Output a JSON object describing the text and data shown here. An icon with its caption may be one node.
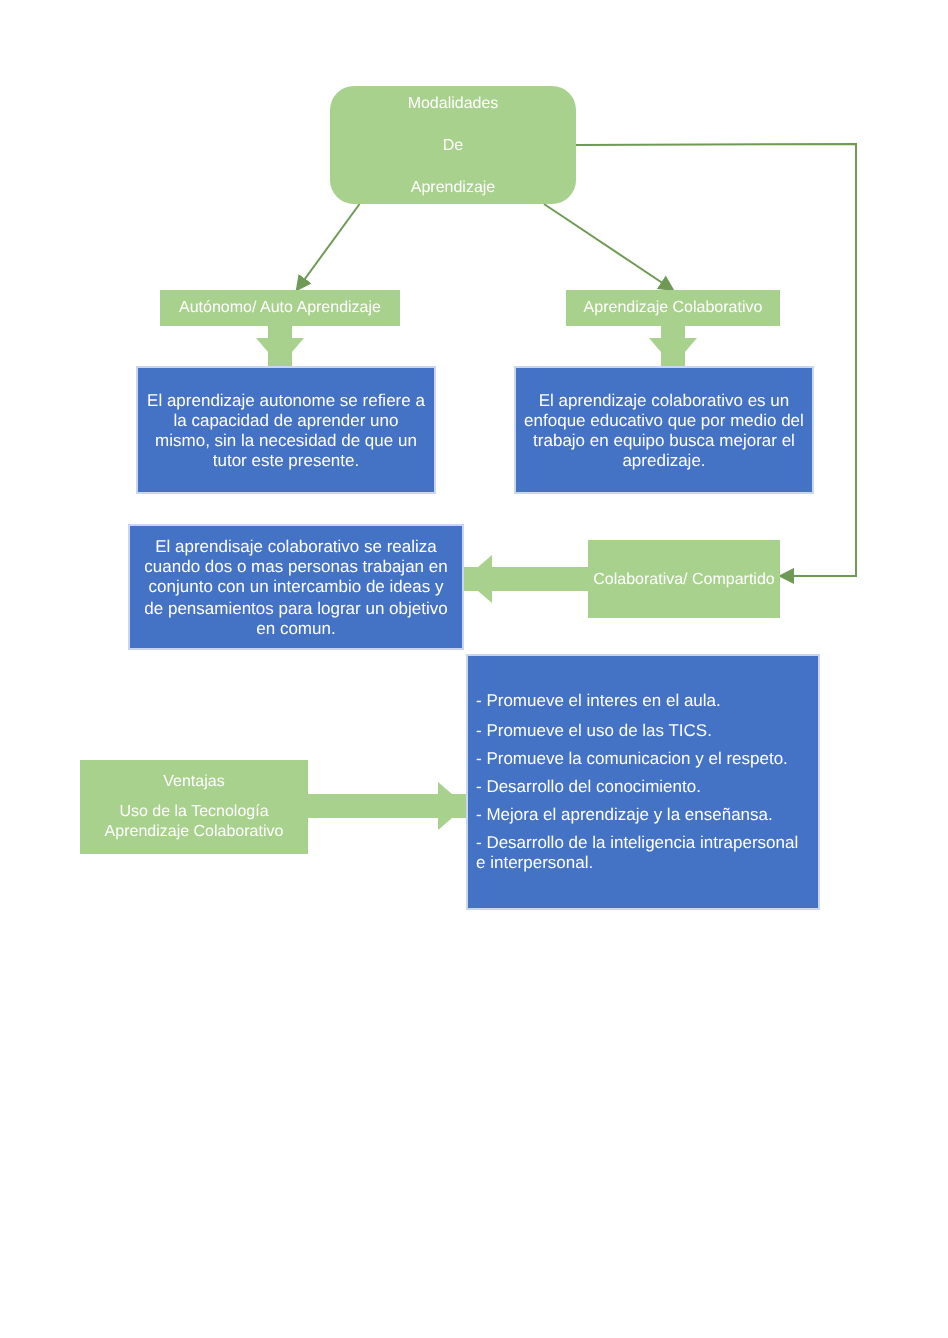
{
  "diagram": {
    "nodes": [
      {
        "text": [
          "Modalidades",
          "De",
          "Aprendizaje"
        ]
      },
      {
        "text": [
          "Autónomo/ Auto Aprendizaje"
        ]
      },
      {
        "text": [
          "Aprendizaje Colaborativo"
        ]
      },
      {
        "text": [
          "El aprendizaje autonome se refiere a la capacidad de aprender uno mismo, sin la necesidad de que un tutor este presente."
        ]
      },
      {
        "text": [
          "El aprendizaje colaborativo es un enfoque educativo que por medio del trabajo en equipo busca mejorar el apredizaje."
        ]
      },
      {
        "text": [
          "El aprendisaje colaborativo se realiza cuando dos o mas personas trabajan en conjunto con un intercambio de ideas y de pensamientos para lograr un objetivo en comun."
        ]
      },
      {
        "text": [
          "Colaborativa/ Compartido"
        ]
      },
      {
        "text": [
          "- Promueve el interes en el aula.",
          "- Promueve el uso de las TICS.",
          "- Promueve la comunicacion y el respeto.",
          "- Desarrollo del conocimiento.",
          "- Mejora el aprendizaje y la enseñansa.",
          "- Desarrollo de la inteligencia intrapersonal e interpersonal."
        ]
      },
      {
        "text": [
          "Ventajas",
          "Uso de la Tecnología Aprendizaje Colaborativo"
        ]
      }
    ],
    "edges": [
      {
        "from": 0,
        "to": 1,
        "arrow": "to",
        "color": "#6f9a55"
      },
      {
        "from": 0,
        "to": 2,
        "arrow": "to",
        "color": "#6f9a55"
      },
      {
        "from": 1,
        "to": 3,
        "arrow": "to"
      },
      {
        "from": 2,
        "to": 4,
        "arrow": "to"
      },
      {
        "from": 0,
        "to": 6,
        "arrow": "to",
        "color": "#6f9a55"
      },
      {
        "from": 6,
        "to": 5,
        "arrow": "to"
      },
      {
        "from": 8,
        "to": 7,
        "arrow": "to"
      }
    ]
  }
}
